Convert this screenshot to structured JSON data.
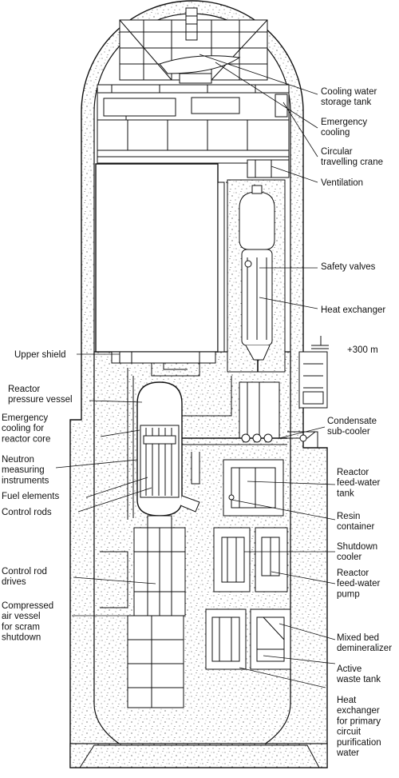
{
  "labels": {
    "cooling_water_storage_tank": [
      "Cooling water",
      "storage tank"
    ],
    "emergency_cooling": [
      "Emergency",
      "cooling"
    ],
    "circular_travelling_crane": [
      "Circular",
      "travelling crane"
    ],
    "ventilation": [
      "Ventilation"
    ],
    "safety_valves": [
      "Safety valves"
    ],
    "heat_exchanger": [
      "Heat exchanger"
    ],
    "elevation": [
      "+300 m"
    ],
    "upper_shield": [
      "Upper shield"
    ],
    "reactor_pressure_vessel": [
      "Reactor",
      "pressure vessel"
    ],
    "emergency_cooling_reactor_core": [
      "Emergency",
      "cooling for",
      "reactor core"
    ],
    "condensate_sub_cooler": [
      "Condensate",
      "sub-cooler"
    ],
    "neutron_measuring_instruments": [
      "Neutron",
      "measuring",
      "instruments"
    ],
    "fuel_elements": [
      "Fuel elements"
    ],
    "control_rods": [
      "Control rods"
    ],
    "reactor_feed_water_tank": [
      "Reactor",
      "feed-water",
      "tank"
    ],
    "resin_container": [
      "Resin",
      "container"
    ],
    "shutdown_cooler": [
      "Shutdown",
      "cooler"
    ],
    "control_rod_drives": [
      "Control rod",
      "drives"
    ],
    "reactor_feed_water_pump": [
      "Reactor",
      "feed-water",
      "pump"
    ],
    "compressed_air_vessel": [
      "Compressed",
      "air vessel",
      "for scram",
      "shutdown"
    ],
    "mixed_bed_demineralizer": [
      "Mixed bed",
      "demineralizer"
    ],
    "active_waste_tank": [
      "Active",
      "waste tank"
    ],
    "heat_exchanger_primary_circuit": [
      "Heat",
      "exchanger",
      "for primary",
      "circuit",
      "purification",
      "water"
    ]
  }
}
